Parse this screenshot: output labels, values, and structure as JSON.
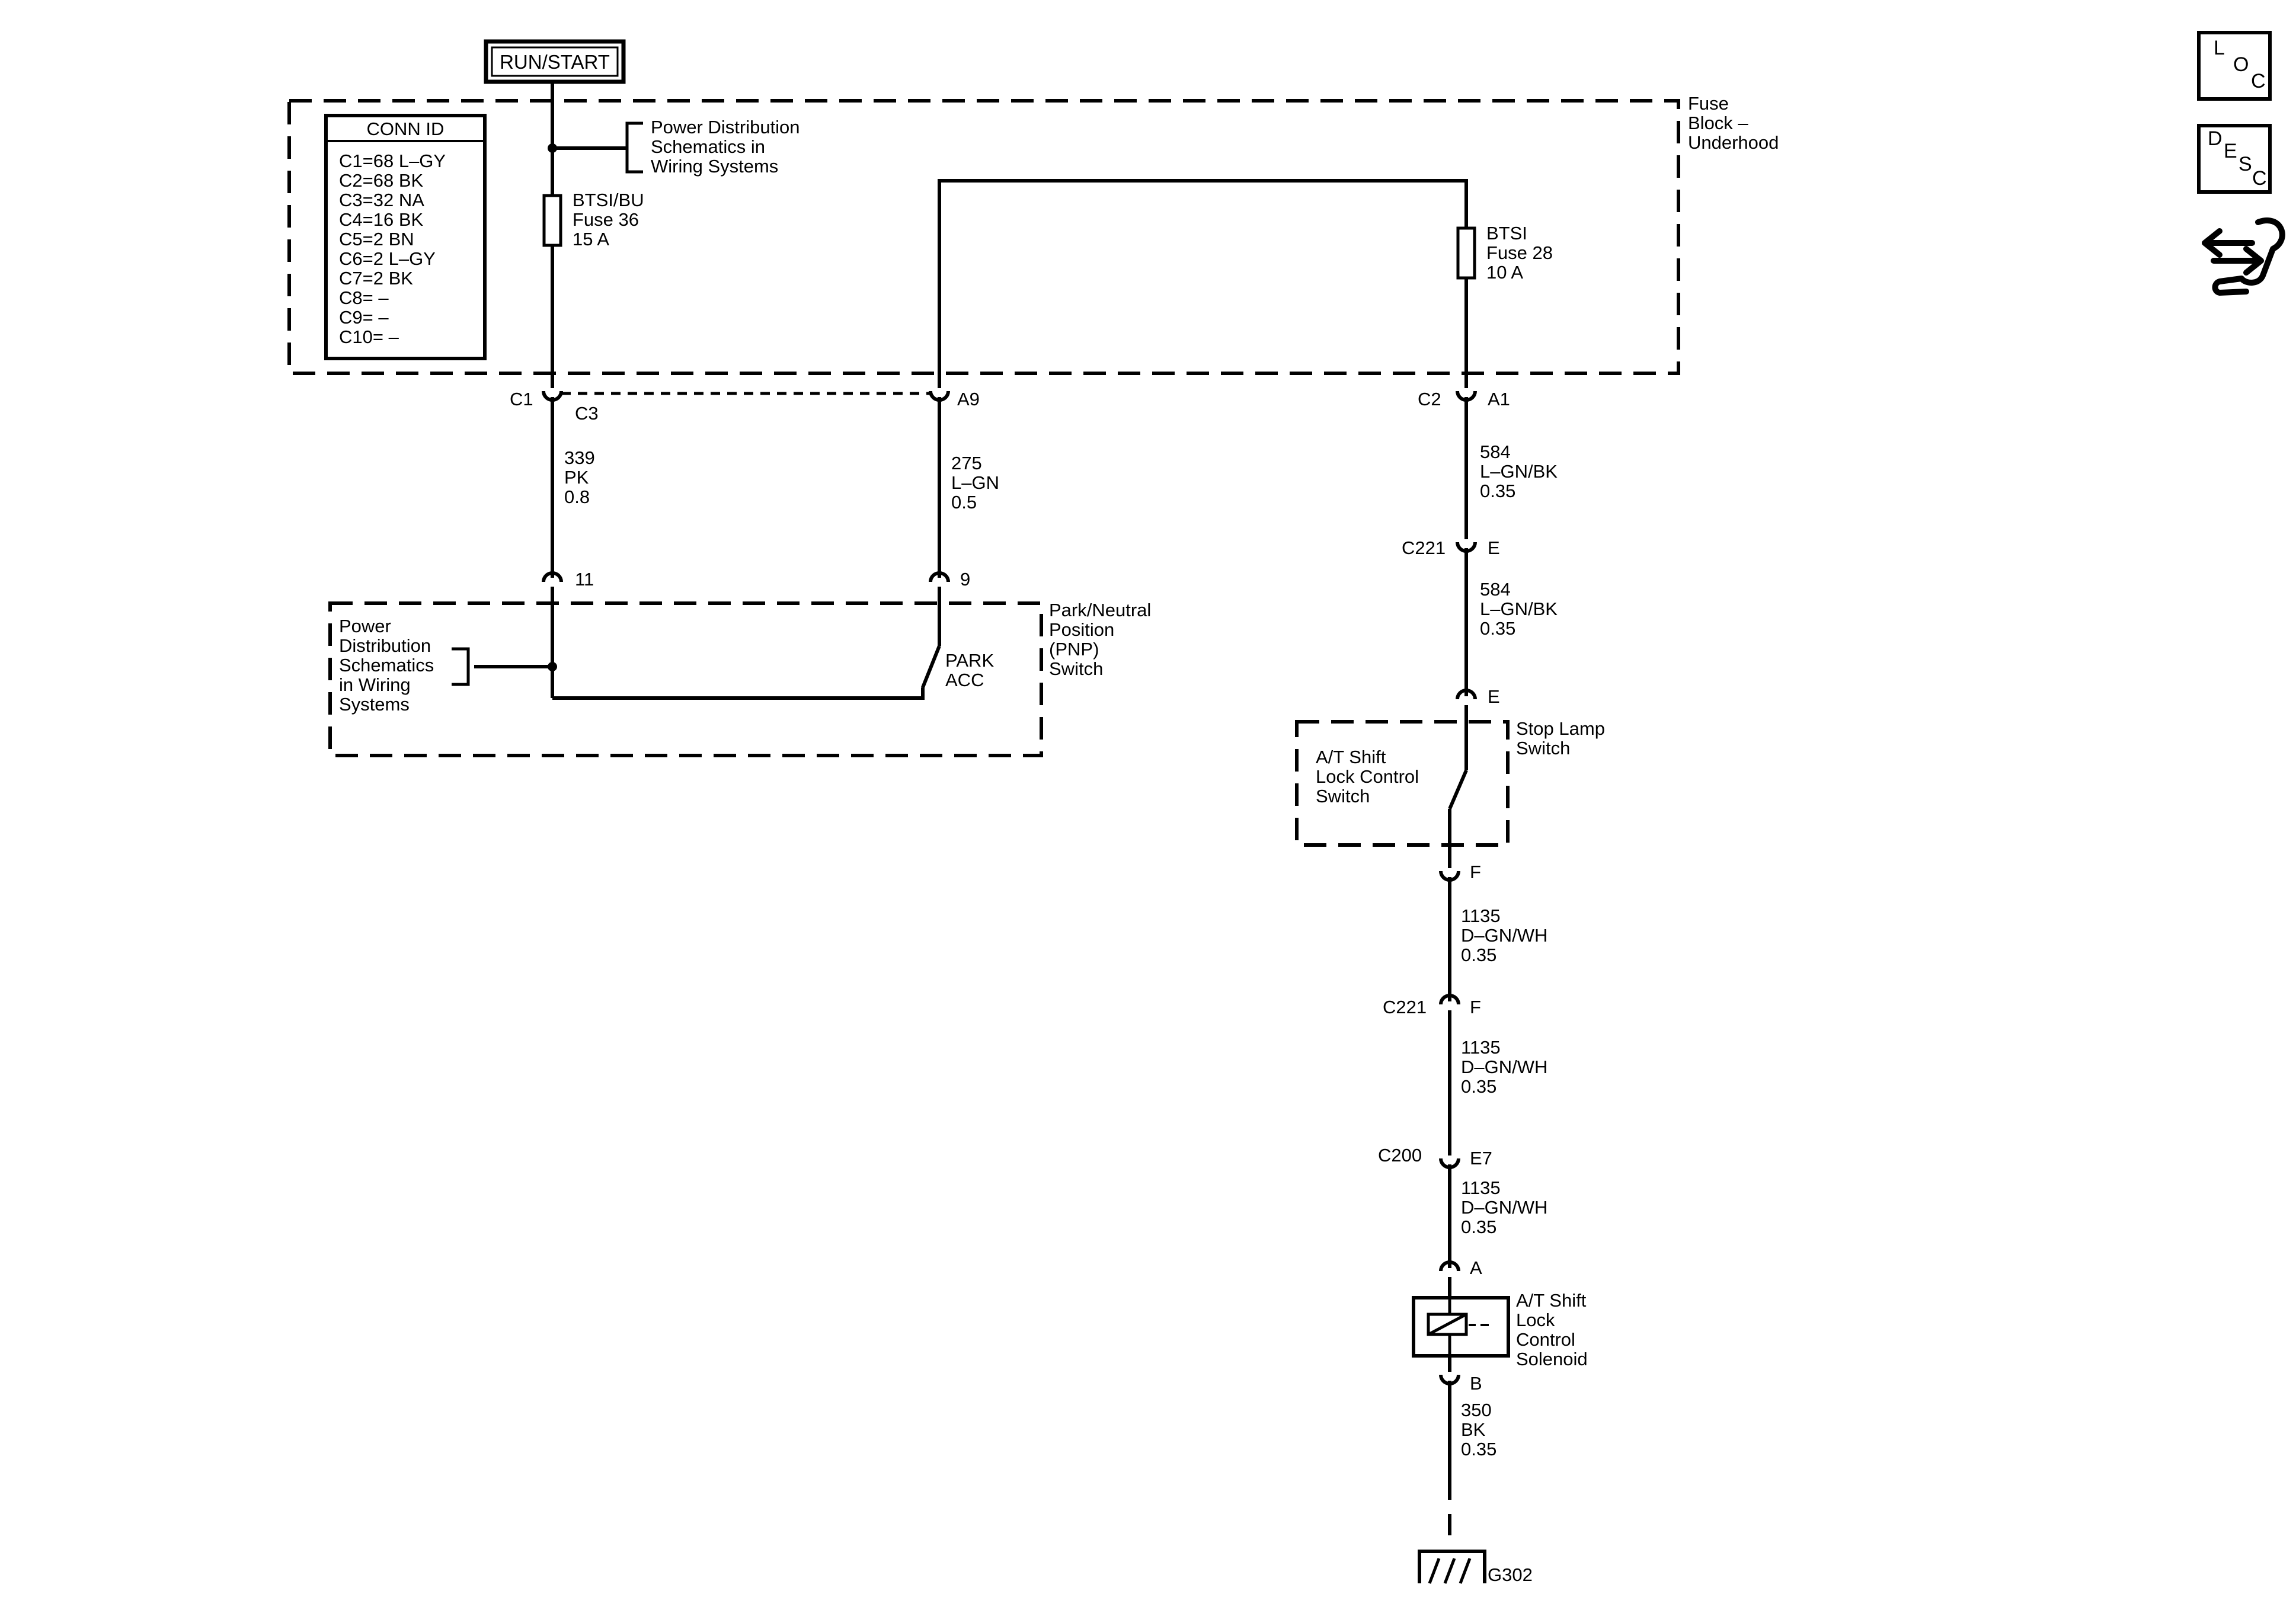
{
  "power_source": "RUN/START",
  "conn_id": {
    "title": "CONN ID",
    "lines": [
      "C1=68 L–GY",
      "C2=68 BK",
      "C3=32 NA",
      "C4=16 BK",
      "C5=2 BN",
      "C6=2 L–GY",
      "C7=2 BK",
      "C8= –",
      "C9= –",
      "C10= –"
    ]
  },
  "fuse_block": {
    "label": [
      "Fuse",
      "Block –",
      "Underhood"
    ],
    "power_ref": [
      "Power Distribution",
      "Schematics in",
      "Wiring Systems"
    ],
    "fuse36": [
      "BTSI/BU",
      "Fuse 36",
      "15 A"
    ],
    "fuse28": [
      "BTSI",
      "Fuse 28",
      "10 A"
    ]
  },
  "connectors": {
    "c1": "C1",
    "c3": "C3",
    "a9": "A9",
    "c2": "C2",
    "a1": "A1",
    "pin11": "11",
    "pin9": "9",
    "c221_e": "C221",
    "e": "E",
    "e2": "E",
    "f": "F",
    "c221_f": "C221",
    "f2": "F",
    "c200": "C200",
    "e7": "E7",
    "a": "A",
    "b": "B"
  },
  "wires": {
    "w339": [
      "339",
      "PK",
      "0.8"
    ],
    "w275": [
      "275",
      "L–GN",
      "0.5"
    ],
    "w584a": [
      "584",
      "L–GN/BK",
      "0.35"
    ],
    "w584b": [
      "584",
      "L–GN/BK",
      "0.35"
    ],
    "w1135a": [
      "1135",
      "D–GN/WH",
      "0.35"
    ],
    "w1135b": [
      "1135",
      "D–GN/WH",
      "0.35"
    ],
    "w1135c": [
      "1135",
      "D–GN/WH",
      "0.35"
    ],
    "w350": [
      "350",
      "BK",
      "0.35"
    ]
  },
  "pnp_switch": {
    "label": [
      "Park/Neutral",
      "Position",
      "(PNP)",
      "Switch"
    ],
    "power_ref": [
      "Power",
      "Distribution",
      "Schematics",
      "in Wiring",
      "Systems"
    ],
    "contact": [
      "PARK",
      "ACC"
    ]
  },
  "stop_lamp_switch": {
    "label": [
      "Stop Lamp",
      "Switch"
    ],
    "inner": [
      "A/T Shift",
      "Lock Control",
      "Switch"
    ]
  },
  "solenoid": [
    "A/T Shift",
    "Lock",
    "Control",
    "Solenoid"
  ],
  "ground": "G302",
  "side_icons": [
    {
      "name": "loc-icon",
      "letters": [
        "L",
        "O",
        "C"
      ]
    },
    {
      "name": "desc-icon",
      "letters": [
        "D",
        "E",
        "S",
        "C"
      ]
    },
    {
      "name": "arrows-wrench-icon"
    }
  ]
}
